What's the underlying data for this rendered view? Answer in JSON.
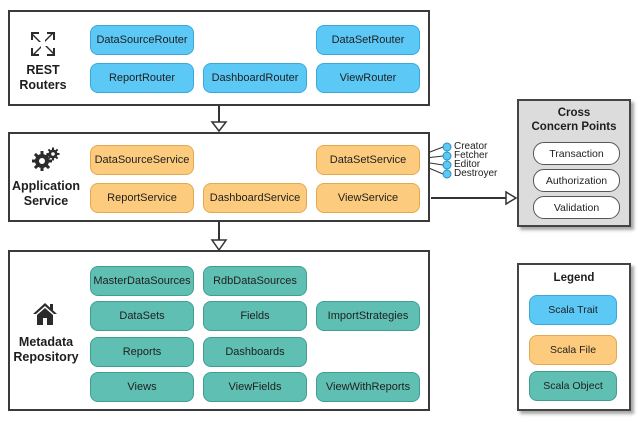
{
  "rest_routers": {
    "title_line1": "REST",
    "title_line2": "Routers",
    "icon": "arrows-in-icon",
    "items": [
      "DataSourceRouter",
      "DataSetRouter",
      "ReportRouter",
      "DashboardRouter",
      "ViewRouter"
    ]
  },
  "application_service": {
    "title_line1": "Application",
    "title_line2": "Service",
    "icon": "gears-icon",
    "items": [
      "DataSourceService",
      "DataSetService",
      "ReportService",
      "DashboardService",
      "ViewService"
    ],
    "dataset_annotations": [
      "Creator",
      "Fetcher",
      "Editor",
      "Destroyer"
    ]
  },
  "metadata_repository": {
    "title_line1": "Metadata",
    "title_line2": "Repository",
    "icon": "house-icon",
    "items": [
      "MasterDataSources",
      "RdbDataSources",
      "DataSets",
      "Fields",
      "ImportStrategies",
      "Reports",
      "Dashboards",
      "Views",
      "ViewFields",
      "ViewWithReports"
    ]
  },
  "cross_concern": {
    "title_line1": "Cross",
    "title_line2": "Concern Points",
    "items": [
      "Transaction",
      "Authorization",
      "Validation"
    ]
  },
  "legend": {
    "title": "Legend",
    "items": [
      "Scala Trait",
      "Scala File",
      "Scala Object"
    ]
  },
  "colors": {
    "scala_trait": "#5bc8f5",
    "scala_file": "#fccb7e",
    "scala_object": "#5fbfb2",
    "frame_border": "#3a3a3a",
    "cross_bg": "#dcdcdc"
  }
}
